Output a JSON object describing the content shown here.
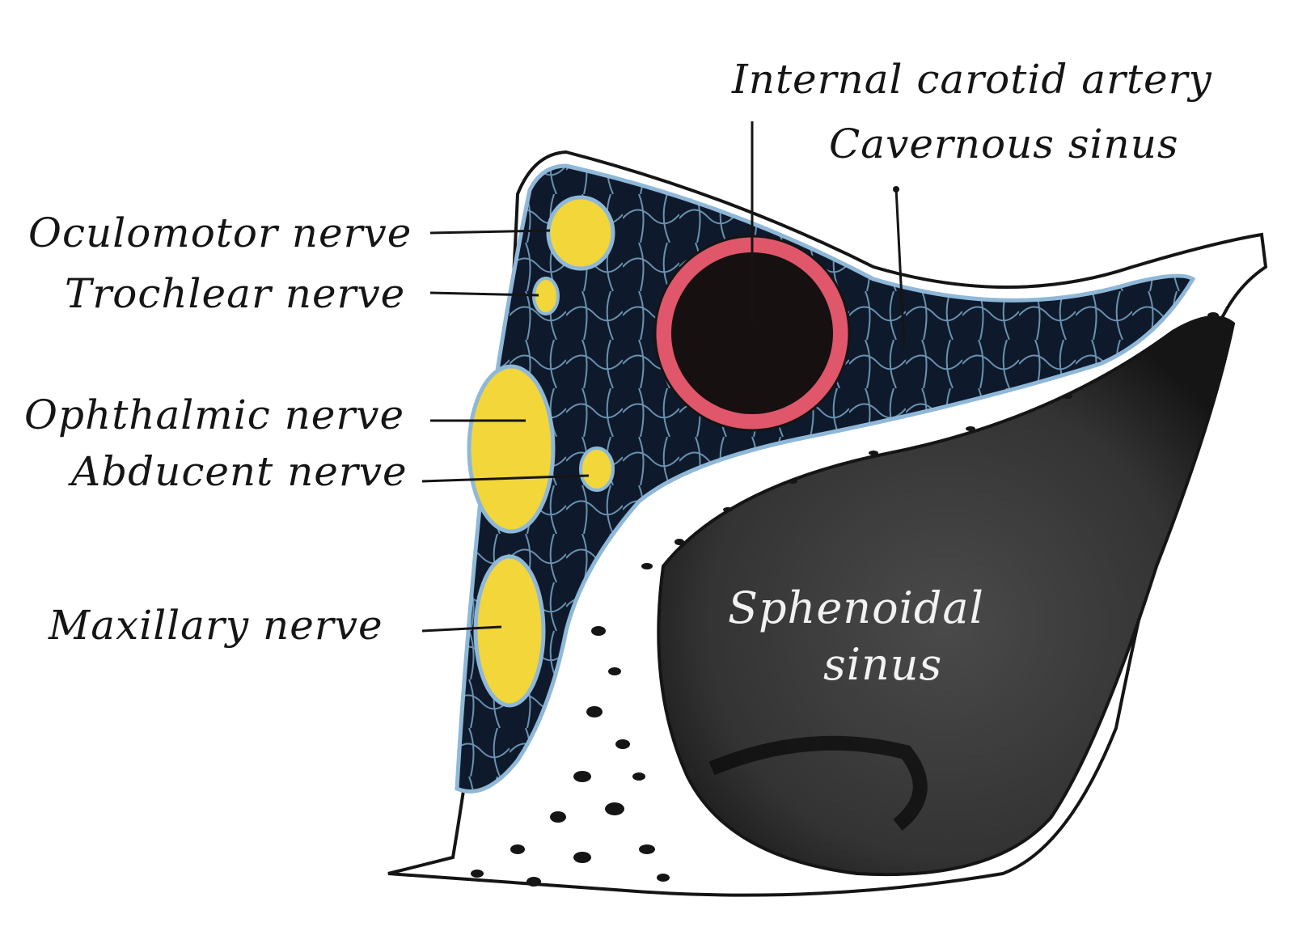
{
  "labels": {
    "oculomotor": "Oculomotor nerve",
    "trochlear": "Trochlear nerve",
    "ophthalmic": "Ophthalmic nerve",
    "abducent": "Abducent nerve",
    "maxillary": "Maxillary nerve",
    "internal_carotid": "Internal carotid artery",
    "cavernous_sinus": "Cavernous sinus",
    "sphenoidal_line1": "Sphenoidal",
    "sphenoidal_line2": "sinus"
  },
  "colors": {
    "nerve": "#f2d63a",
    "cavernous_sinus": "#0e1a2b",
    "sinus_membrane": "#8fb8d8",
    "artery_wall": "#e0566a",
    "artery_lumen": "#161010",
    "sphenoidal_sinus": "#3a3a3a",
    "bone": "#ffffff",
    "ink": "#151515"
  }
}
